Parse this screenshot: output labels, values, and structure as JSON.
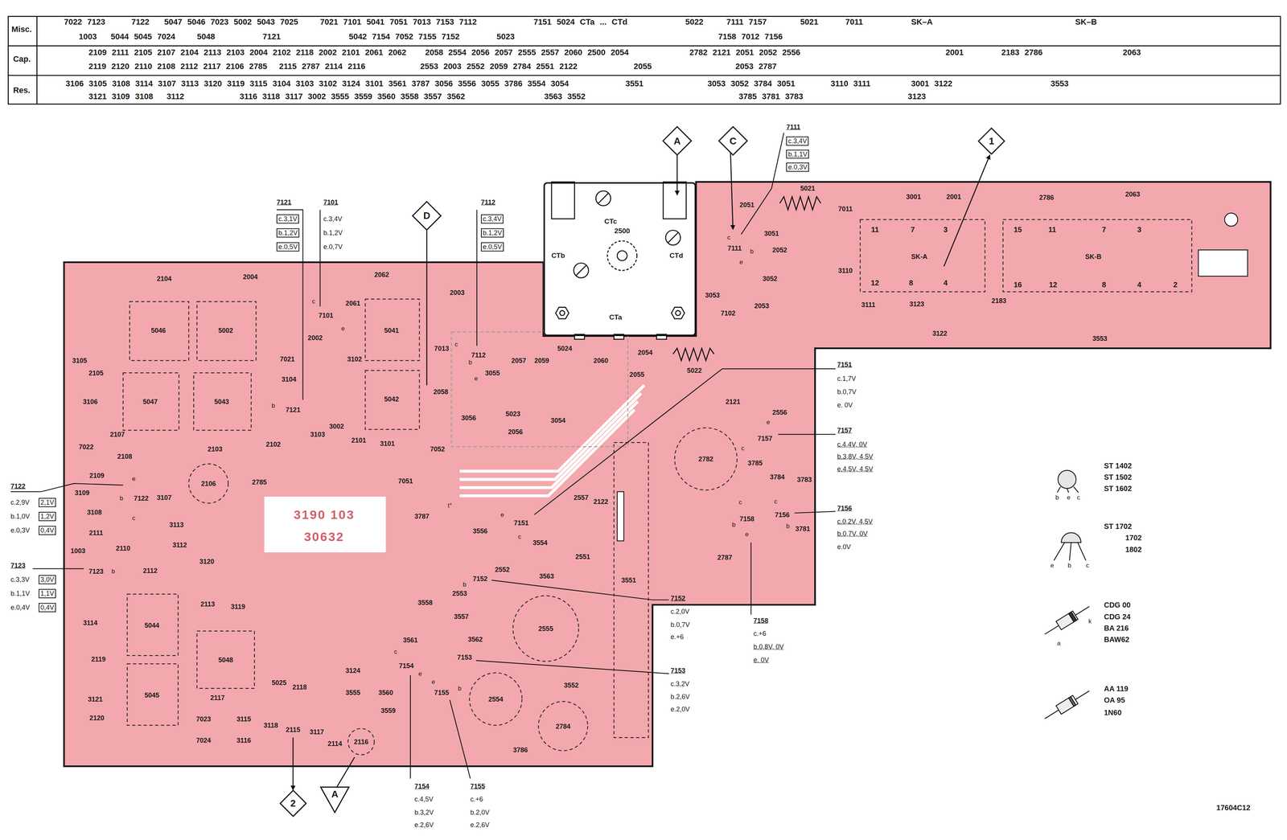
{
  "diagram": {
    "nodes": [
      {
        "text": [
          "A"
        ]
      },
      {
        "text": [
          "C"
        ]
      },
      {
        "text": [
          "1"
        ]
      },
      {
        "text": [
          "D"
        ]
      },
      {
        "text": [
          "CTc",
          "2500",
          "CTb",
          "CTd",
          "CTa"
        ]
      },
      {
        "text": [
          "2"
        ]
      },
      {
        "text": [
          "A"
        ]
      }
    ],
    "labels": [
      "Misc.",
      "Cap.",
      "Res.",
      "7022 7123",
      "7122",
      "5047 5046 7023 5002 5043 7025",
      "7021 7101 5041 7051 7013 7153 7112",
      "7151 5024 CTa ... CTd",
      "5022",
      "7111 7157",
      "5021",
      "7011",
      "SK–A",
      "SK–B",
      "1003",
      "5044 5045 7024",
      "5048",
      "7121",
      "5042 7154 7052 7155 7152",
      "5023",
      "7158 7012 7156",
      "2109 2111 2105 2107 2104 2113 2103 2004 2102 2118 2002 2101 2061 2062",
      "2058 2554 2056 2057 2555 2557 2060 2500 2054",
      "2782 2121 2051 2052 2556",
      "2001",
      "2183 2786",
      "2063",
      "2119 2120 2110 2108 2112 2117 2106 2785",
      "2115 2787 2114 2116",
      "2553 2003 2552 2059 2784 2551 2122",
      "2055",
      "2053 2787",
      "3106 3105 3108 3114 3107 3113 3120 3119 3115 3104 3103 3102 3124 3101 3561 3787 3056 3556 3055 3786 3554 3054",
      "3551",
      "3053 3052 3784 3051",
      "3110 3111",
      "3001 3122",
      "3553",
      "3121 3109 3108",
      "3112",
      "3116 3118 3117 3002 3555 3559 3560 3558 3557 3562",
      "3563 3552",
      "3785 3781 3783",
      "3123",
      "2104",
      "2004",
      "2062",
      "2061",
      "7101",
      "2003",
      "5046",
      "5002",
      "2002",
      "5041",
      "7021",
      "3102",
      "7013",
      "3105",
      "2105",
      "3104",
      "5047",
      "5043",
      "5042",
      "2058",
      "3106",
      "7121",
      "3002",
      "3103",
      "2101",
      "3101",
      "2102",
      "7022",
      "2107",
      "2103",
      "2108",
      "2106",
      "2785",
      "2109",
      "7122",
      "3107",
      "3109",
      "3108",
      "3113",
      "2111",
      "2110",
      "3112",
      "3120",
      "1003",
      "7123",
      "2112",
      "3119",
      "2113",
      "3114",
      "5044",
      "5048",
      "2119",
      "5045",
      "2117",
      "5025",
      "2118",
      "3124",
      "3555",
      "3121",
      "2120",
      "7023",
      "3115",
      "3118",
      "2115",
      "3117",
      "2114",
      "2116",
      "7024",
      "3116",
      "7112",
      "3055",
      "2057",
      "2059",
      "5024",
      "2060",
      "2054",
      "2055",
      "5022",
      "3056",
      "5023",
      "2056",
      "3054",
      "7052",
      "7051",
      "3787",
      "3556",
      "7151",
      "3554",
      "2557",
      "2122",
      "2551",
      "2552",
      "3563",
      "7152",
      "3558",
      "2553",
      "3557",
      "2555",
      "3561",
      "3562",
      "7153",
      "7154",
      "7155",
      "2554",
      "3560",
      "3559",
      "3552",
      "2784",
      "3786",
      "3551",
      "2051",
      "5021",
      "7011",
      "7111",
      "3051",
      "2052",
      "3110",
      "3053",
      "3052",
      "2053",
      "7102",
      "3001",
      "2001",
      "2786",
      "2063",
      "3111",
      "3123",
      "2183",
      "3122",
      "3553",
      "2121",
      "2556",
      "7157",
      "2782",
      "3785",
      "3784",
      "3783",
      "7158",
      "7156",
      "3781",
      "2787",
      "SK-A",
      "SK-B",
      "11",
      "7",
      "3",
      "12",
      "8",
      "4",
      "15",
      "11",
      "7",
      "3",
      "16",
      "12",
      "8",
      "4",
      "2",
      "3190 103",
      "30632",
      "t°",
      "c",
      "e",
      "b",
      "e",
      "b",
      "c",
      "b",
      "c",
      "b",
      "e",
      "c",
      "b",
      "e",
      "e",
      "c",
      "b",
      "c",
      "e",
      "e",
      "b",
      "e",
      "c",
      "c",
      "b",
      "c",
      "b",
      "e",
      "b",
      "e",
      "c",
      "e",
      "b",
      "c",
      "a",
      "k",
      "7121",
      "c.3,1V",
      "b.1,2V",
      "e.0,5V",
      "7101",
      "c.3,4V",
      "b.1,2V",
      "e.0,7V",
      "7112",
      "c.3,4V",
      "b.1,2V",
      "e.0,5V",
      "7111",
      "c.3,4V",
      "b.1,1V",
      "e.0,3V",
      "7151",
      "c.1,7V",
      "b.0,7V",
      "e. 0V",
      "7157",
      "c.4,4V, 0V",
      "b.3,8V, 4,5V",
      "e.4,5V, 4,5V",
      "7156",
      "c.0,2V, 4,5V",
      "b.0,7V, 0V",
      "e.0V",
      "7158",
      "c.+6",
      "b.0,8V, 0V",
      "e. 0V",
      "7152",
      "c.2,0V",
      "b.0,7V",
      "e.+6",
      "7153",
      "c.3,2V",
      "b.2,6V",
      "e.2,0V",
      "7154",
      "c.4,5V",
      "b.3,2V",
      "e.2,6V",
      "7155",
      "c.+6",
      "b.2,0V",
      "e.2,6V",
      "7122",
      "c.2,9V",
      "2,1V",
      "b.1,0V",
      "1,2V",
      "e.0,3V",
      "0,4V",
      "7123",
      "c.3,3V",
      "3,0V",
      "b.1,1V",
      "1,1V",
      "e.0,4V",
      "0,4V",
      "ST 1402",
      "ST 1502",
      "ST 1602",
      "ST 1702",
      "1702",
      "1802",
      "CDG 00",
      "CDG 24",
      "BA 216",
      "BAW62",
      "AA 119",
      "OA 95",
      "1N60",
      "17604C12"
    ]
  }
}
